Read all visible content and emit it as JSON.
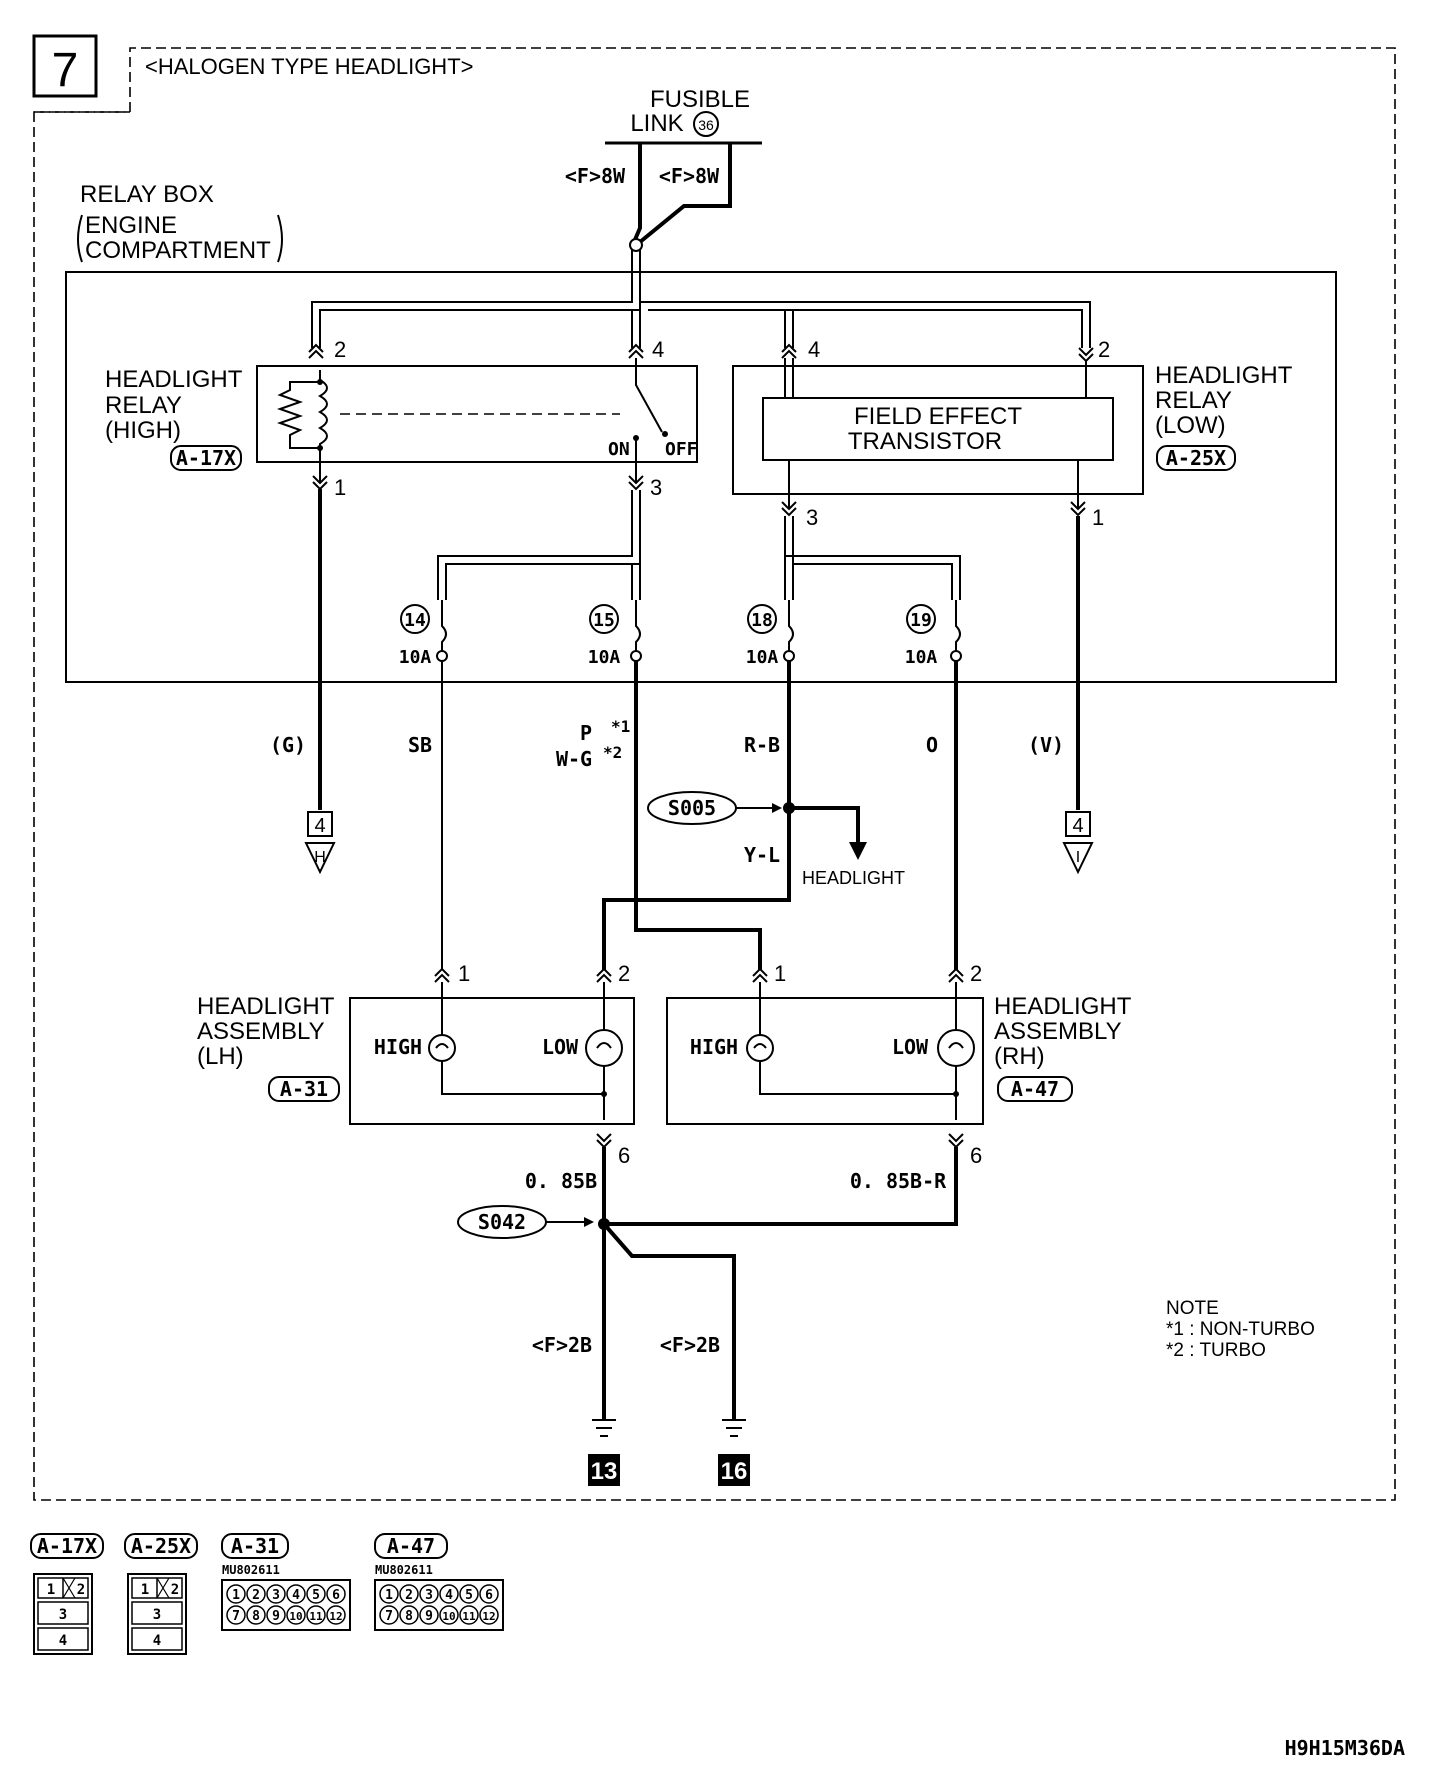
{
  "page_number": "7",
  "diagram_title": "<HALOGEN TYPE HEADLIGHT>",
  "fusible_link": {
    "line1": "FUSIBLE",
    "line2": "LINK",
    "number": "36"
  },
  "feed_wires": {
    "left": "<F>8W",
    "right": "<F>8W"
  },
  "relay_box": {
    "line1": "RELAY BOX",
    "line2": "ENGINE",
    "line3": "COMPARTMENT"
  },
  "relay_high": {
    "line1": "HEADLIGHT",
    "line2": "RELAY",
    "line3": "(HIGH)",
    "connector": "A-17X",
    "switch_on": "ON",
    "switch_off": "OFF"
  },
  "relay_low": {
    "line1": "HEADLIGHT",
    "line2": "RELAY",
    "line3": "(LOW)",
    "connector": "A-25X",
    "fet_line1": "FIELD EFFECT",
    "fet_line2": "TRANSISTOR"
  },
  "relay_pins": {
    "high_in_left": "2",
    "high_in_right": "4",
    "high_out_left": "1",
    "high_out_right": "3",
    "low_in_left": "4",
    "low_in_right": "2",
    "low_out_left": "3",
    "low_out_right": "1"
  },
  "fuses": [
    {
      "number": "14",
      "rating": "10A"
    },
    {
      "number": "15",
      "rating": "10A"
    },
    {
      "number": "18",
      "rating": "10A"
    },
    {
      "number": "19",
      "rating": "10A"
    }
  ],
  "wire_colors": {
    "g": "(G)",
    "sb": "SB",
    "p": "P",
    "wg": "W-G",
    "rb": "R-B",
    "o": "O",
    "v": "(V)",
    "yl": "Y-L",
    "b_lh": "0. 85B",
    "br_rh": "0. 85B-R",
    "gnd_left": "<F>2B",
    "gnd_right": "<F>2B"
  },
  "marks": {
    "star1": "*1",
    "star2": "*2"
  },
  "offpage": [
    {
      "number": "4",
      "letter": "H"
    },
    {
      "number": "4",
      "letter": "I"
    }
  ],
  "splices": {
    "s005": "S005",
    "s042": "S042"
  },
  "headlight_ref": "HEADLIGHT",
  "lamp_lh": {
    "line1": "HEADLIGHT",
    "line2": "ASSEMBLY",
    "line3": "(LH)",
    "connector": "A-31",
    "high": "HIGH",
    "low": "LOW",
    "pin_high": "1",
    "pin_low": "2",
    "pin_ground": "6"
  },
  "lamp_rh": {
    "line1": "HEADLIGHT",
    "line2": "ASSEMBLY",
    "line3": "(RH)",
    "connector": "A-47",
    "high": "HIGH",
    "low": "LOW",
    "pin_high": "1",
    "pin_low": "2",
    "pin_ground": "6"
  },
  "grounds": [
    "13",
    "16"
  ],
  "note": {
    "title": "NOTE",
    "line1": "*1 : NON-TURBO",
    "line2": "*2 : TURBO"
  },
  "connector_views": [
    {
      "id": "A-17X",
      "rows": [
        [
          "1",
          "2"
        ],
        [
          "3"
        ],
        [
          "4"
        ]
      ]
    },
    {
      "id": "A-25X",
      "rows": [
        [
          "1",
          "2"
        ],
        [
          "3"
        ],
        [
          "4"
        ]
      ]
    },
    {
      "id": "A-31",
      "part_no": "MU802611",
      "rows": [
        [
          "1",
          "2",
          "3",
          "4",
          "5",
          "6"
        ],
        [
          "7",
          "8",
          "9",
          "10",
          "11",
          "12"
        ]
      ]
    },
    {
      "id": "A-47",
      "part_no": "MU802611",
      "rows": [
        [
          "1",
          "2",
          "3",
          "4",
          "5",
          "6"
        ],
        [
          "7",
          "8",
          "9",
          "10",
          "11",
          "12"
        ]
      ]
    }
  ],
  "diagram_code": "H9H15M36DA"
}
